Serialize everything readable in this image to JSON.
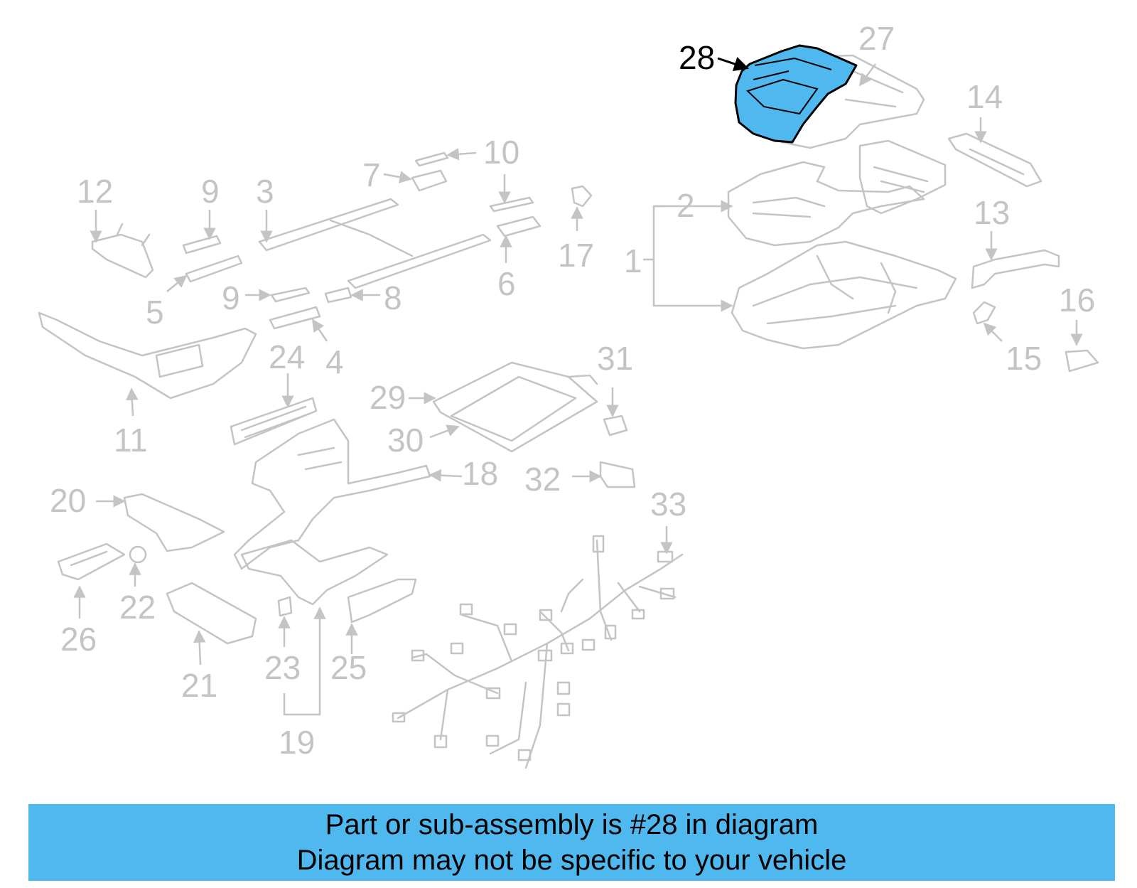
{
  "callouts": {
    "c1": "1",
    "c2": "2",
    "c3": "3",
    "c4": "4",
    "c5": "5",
    "c6": "6",
    "c7": "7",
    "c8": "8",
    "c9a": "9",
    "c9b": "9",
    "c10": "10",
    "c11": "11",
    "c12": "12",
    "c13": "13",
    "c14": "14",
    "c15": "15",
    "c16": "16",
    "c17": "17",
    "c18": "18",
    "c19": "19",
    "c20": "20",
    "c21": "21",
    "c22": "22",
    "c23": "23",
    "c24": "24",
    "c25": "25",
    "c26": "26",
    "c27": "27",
    "c28": "28",
    "c29": "29",
    "c30": "30",
    "c31": "31",
    "c32": "32",
    "c33": "33"
  },
  "highlight": {
    "part_number": "28",
    "color": "#4fb9ef"
  },
  "banner": {
    "line1": "Part or sub-assembly is #28 in diagram",
    "line2": "Diagram may not be specific to your vehicle"
  }
}
